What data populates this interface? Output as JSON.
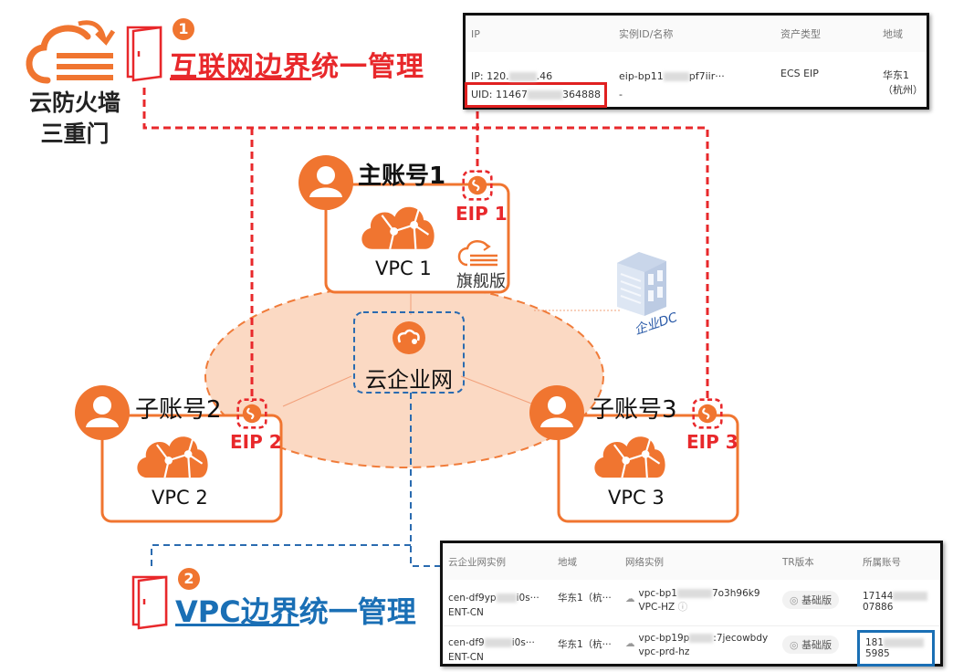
{
  "colors": {
    "orange": "#f07530",
    "red": "#e8282b",
    "blue": "#1a6fb5",
    "cen_fill": "#fbd7c0"
  },
  "firewall": {
    "icon": "cloud-firewall-icon",
    "label_line1": "云防火墙",
    "label_line2": "三重门"
  },
  "door1": {
    "icon": "door-icon",
    "badge": "1",
    "title_underlined": "互联网边界",
    "title_rest": "统一管理"
  },
  "door2": {
    "icon": "door-icon",
    "badge": "2",
    "title_underlined": "VPC边界",
    "title_rest": "统一管理"
  },
  "accounts": [
    {
      "label": "主账号1",
      "vpc": "VPC 1",
      "eip": "EIP 1",
      "edition": "旗舰版"
    },
    {
      "label": "子账号2",
      "vpc": "VPC 2",
      "eip": "EIP 2"
    },
    {
      "label": "子账号3",
      "vpc": "VPC 3",
      "eip": "EIP 3"
    }
  ],
  "cen": {
    "label": "云企业网",
    "icon": "cen-icon"
  },
  "dc": {
    "label": "企业DC",
    "icon": "building-icon"
  },
  "eip_table": {
    "headers": [
      "IP",
      "实例ID/名称",
      "资产类型",
      "地域"
    ],
    "rows": [
      {
        "ip_prefix": "IP: 120.",
        "ip_suffix": ".46",
        "uid_prefix": "UID: 11467",
        "uid_suffix": "364888",
        "instance_prefix": "eip-bp11",
        "instance_suffix": "pf7iir···",
        "instance_name": "-",
        "type": "ECS EIP",
        "region": "华东1（杭州）"
      }
    ]
  },
  "cen_table": {
    "headers": [
      "云企业网实例",
      "地域",
      "网络实例",
      "TR版本",
      "所属账号"
    ],
    "rows": [
      {
        "cen_prefix": "cen-df9yp",
        "cen_suffix": "i0s···",
        "cen_name": "ENT-CN",
        "region": "华东1（杭···",
        "vpc_prefix": "vpc-bp1",
        "vpc_suffix": "7o3h96k9",
        "vpc_name": "VPC-HZ",
        "tr": "基础版",
        "account_prefix": "17144",
        "account_suffix": "07886"
      },
      {
        "cen_prefix": "cen-df9",
        "cen_suffix": "i0s···",
        "cen_name": "ENT-CN",
        "region": "华东1（杭···",
        "vpc_prefix": "vpc-bp19p",
        "vpc_suffix": ":7jecowbdy",
        "vpc_name": "vpc-prd-hz",
        "tr": "基础版",
        "account_prefix": "181",
        "account_suffix": "5985"
      }
    ]
  }
}
